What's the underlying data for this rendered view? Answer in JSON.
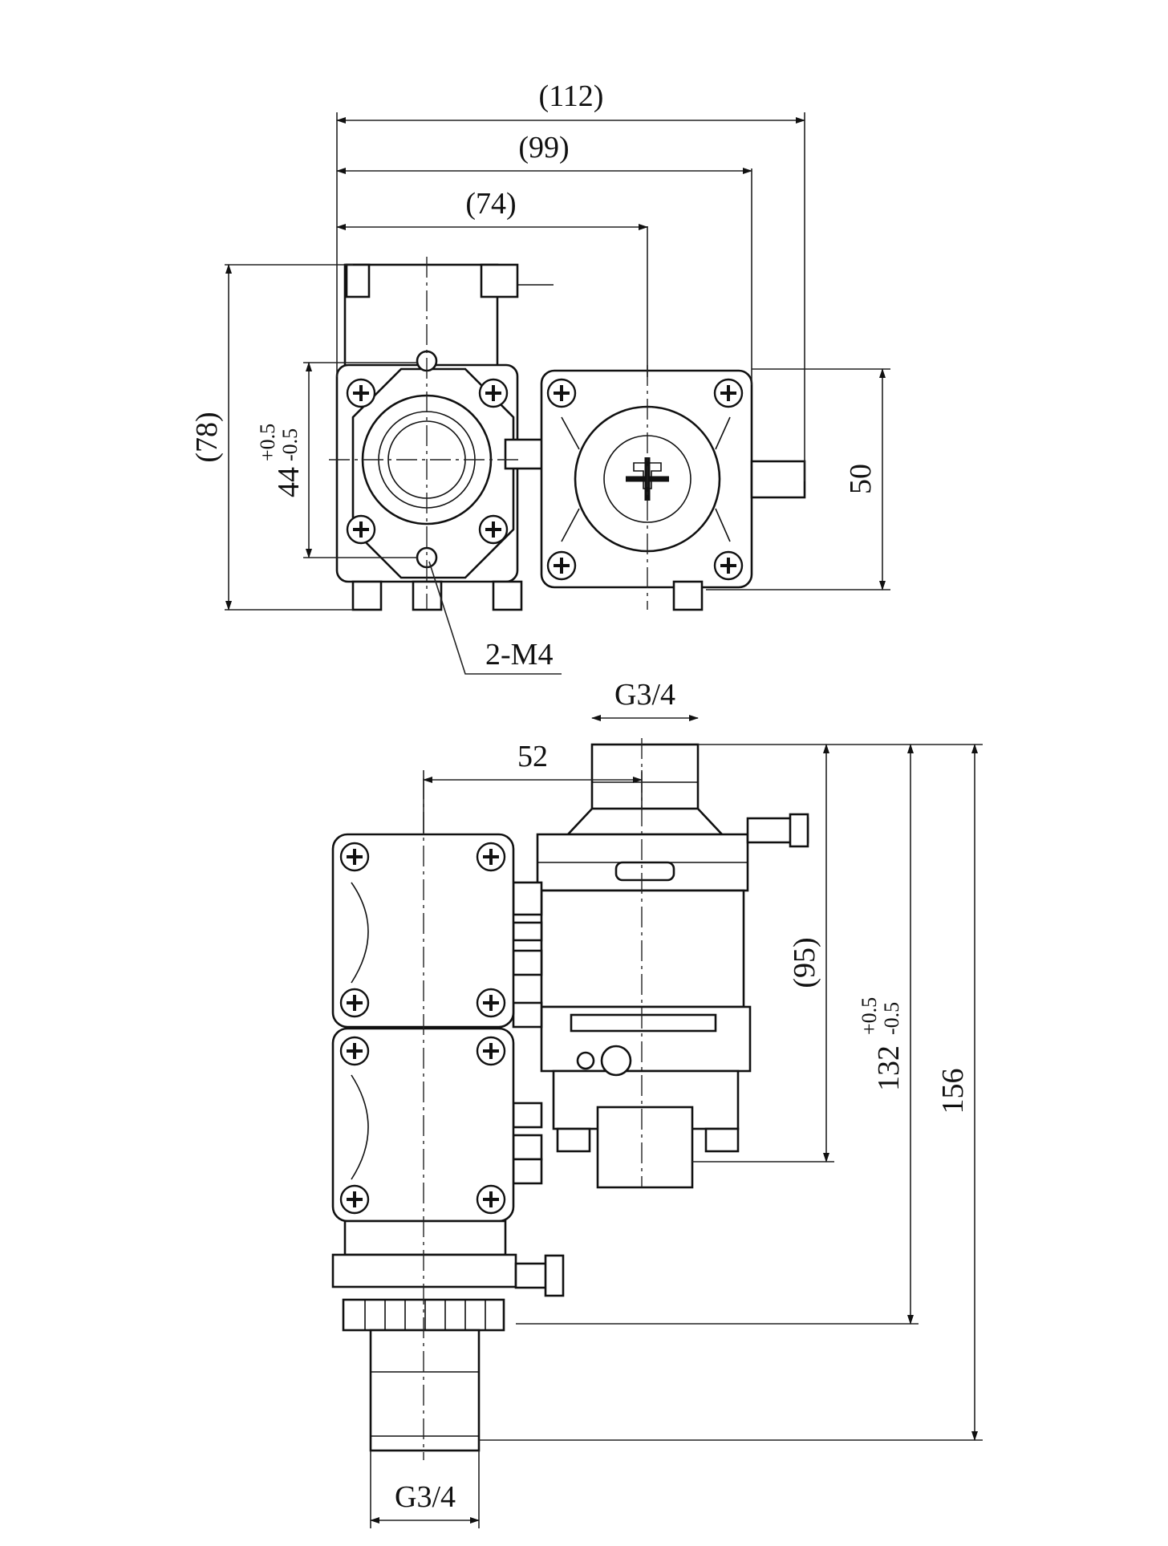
{
  "top_view": {
    "dim_112": "(112)",
    "dim_99": "(99)",
    "dim_74": "(74)",
    "dim_78": "(78)",
    "dim_44": "44",
    "dim_44_tol_upper": "+0.5",
    "dim_44_tol_lower": "-0.5",
    "dim_50": "50",
    "callout_thread": "2-M4"
  },
  "side_view": {
    "port_top": "G3/4",
    "dim_52": "52",
    "dim_95": "(95)",
    "dim_132": "132",
    "dim_132_tol_upper": "+0.5",
    "dim_132_tol_lower": "-0.5",
    "dim_156": "156",
    "port_bottom": "G3/4"
  }
}
